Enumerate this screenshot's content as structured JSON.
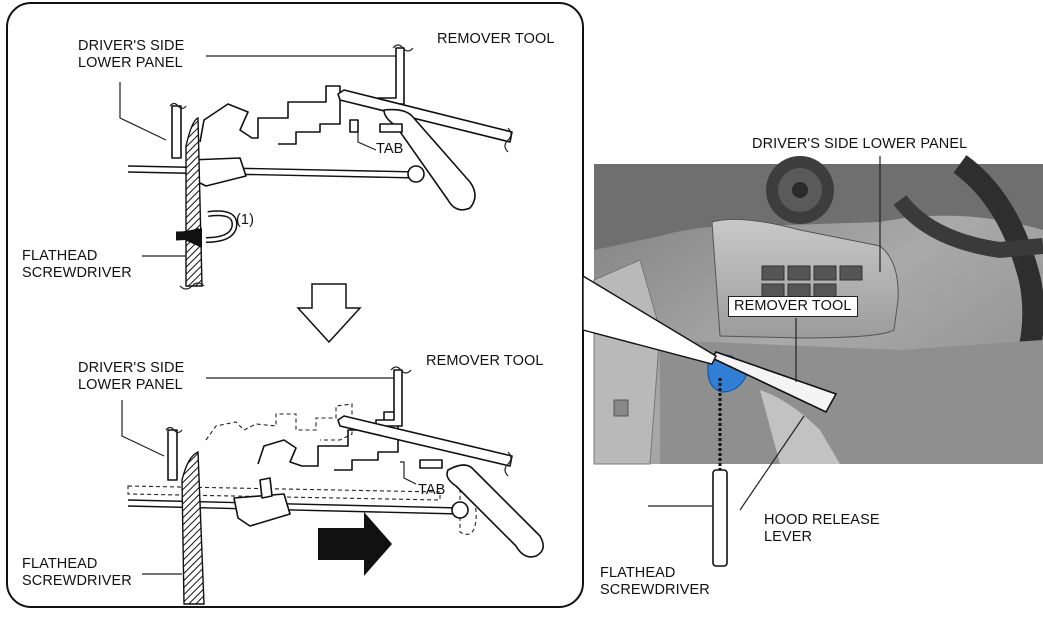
{
  "top_diagram": {
    "panel_label": "DRIVER'S SIDE\nLOWER PANEL",
    "remover_label": "REMOVER TOOL",
    "tab_label": "TAB",
    "step_label": "(1)",
    "screwdriver_label": "FLATHEAD\nSCREWDRIVER"
  },
  "bottom_diagram": {
    "panel_label": "DRIVER'S SIDE\nLOWER PANEL",
    "remover_label": "REMOVER TOOL",
    "tab_label": "TAB",
    "screwdriver_label": "FLATHEAD\nSCREWDRIVER"
  },
  "photo": {
    "panel_label": "DRIVER'S SIDE LOWER PANEL",
    "remover_label": "REMOVER TOOL",
    "hood_label": "HOOD RELEASE\nLEVER",
    "screwdriver_label": "FLATHEAD\nSCREWDRIVER"
  },
  "colors": {
    "highlight": "#2f7fd6",
    "photo_bg": "#9a9a9a",
    "ink": "#111111"
  }
}
